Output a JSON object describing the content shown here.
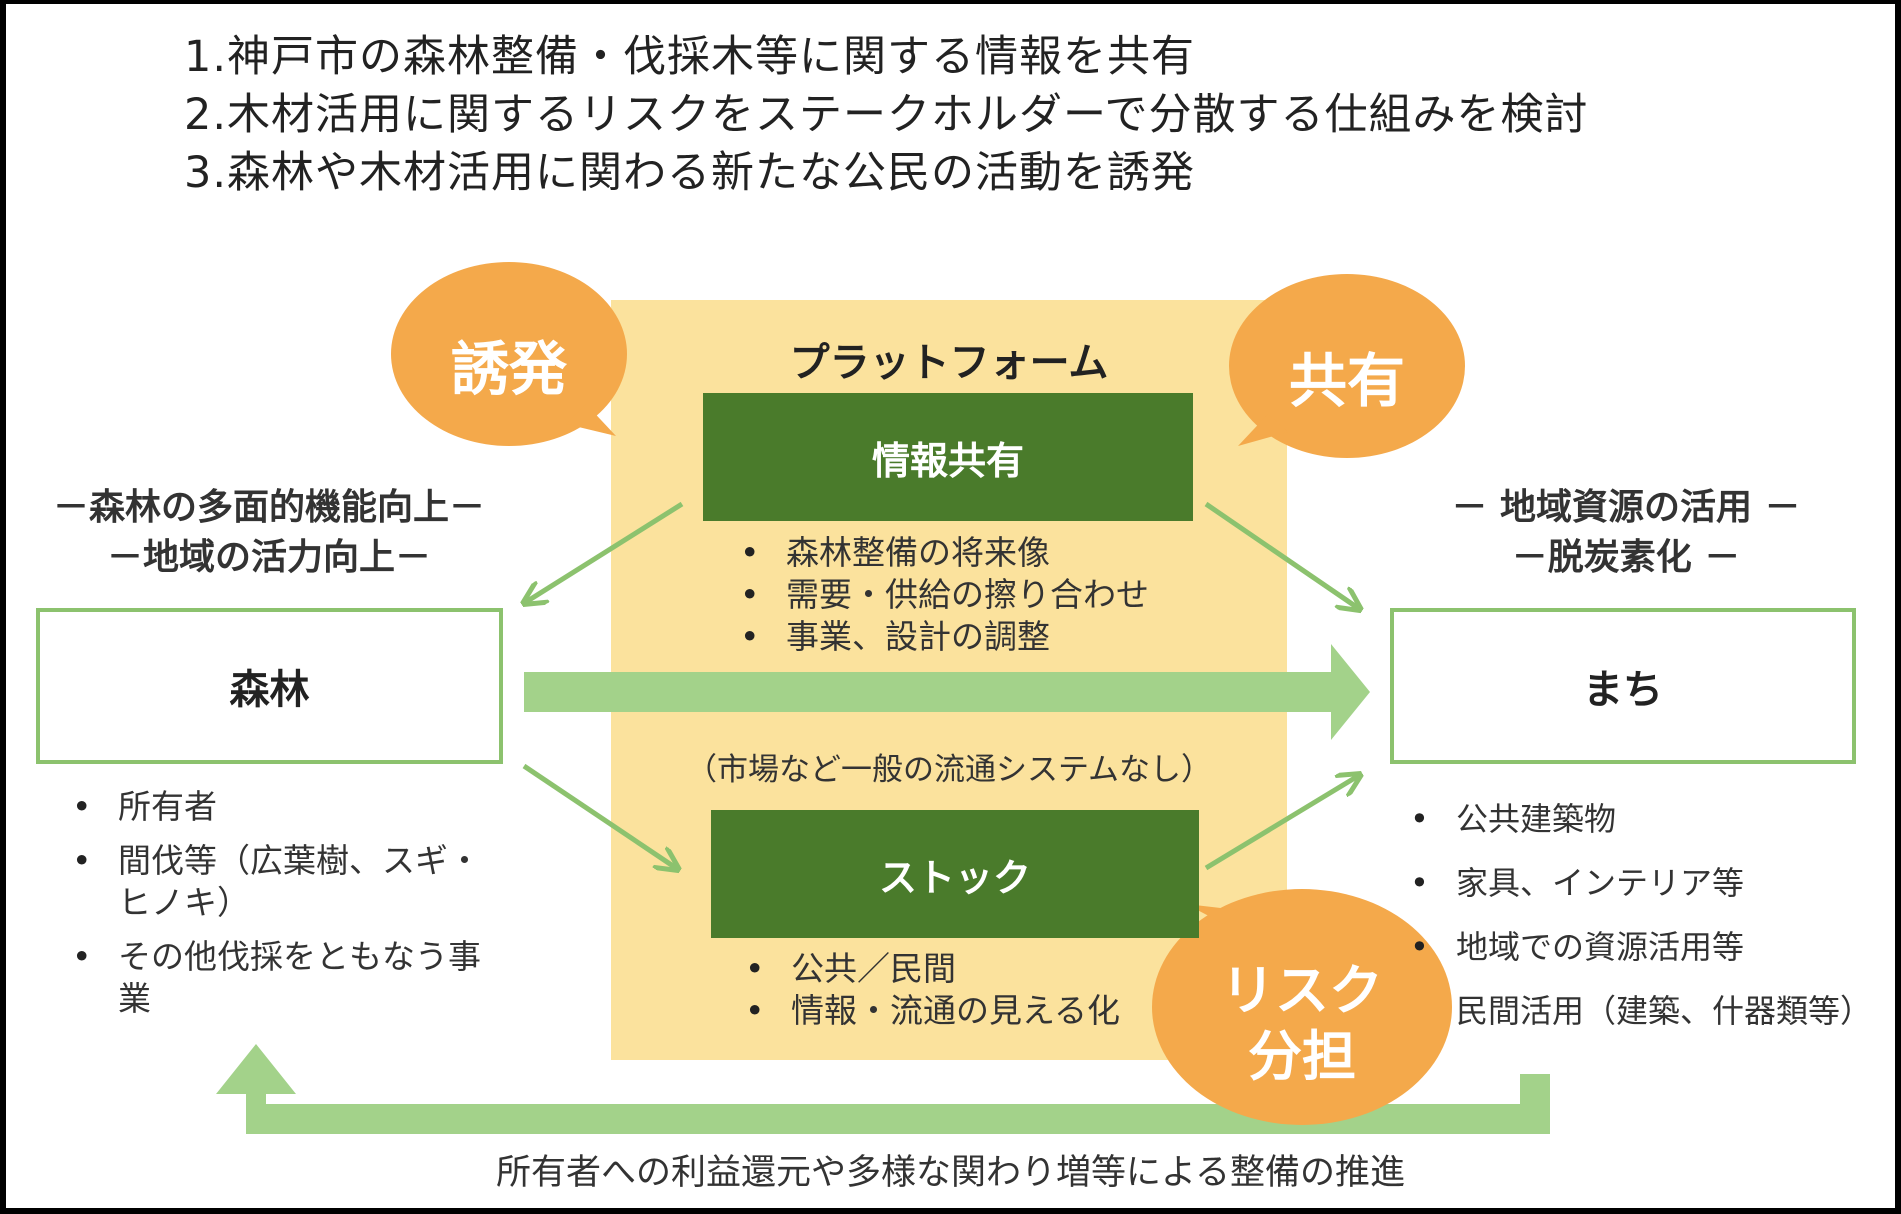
{
  "intro": {
    "lines": [
      "1.神戸市の森林整備・伐採木等に関する情報を共有",
      "2.木材活用に関するリスクをステークホルダーで分散する仕組みを検討",
      "3.森林や木材活用に関わる新たな公民の活動を誘発"
    ]
  },
  "platform": {
    "title": "プラットフォーム",
    "info_box": "情報共有",
    "info_items": [
      "森林整備の将来像",
      "需要・供給の擦り合わせ",
      "事業、設計の調整"
    ],
    "note": "（市場など一般の流通システムなし）",
    "stock_box": "ストック",
    "stock_items": [
      "公共／民間",
      "情報・流通の見える化"
    ]
  },
  "bubbles": {
    "induce": "誘発",
    "share": "共有",
    "risk_line1": "リスク",
    "risk_line2": "分担"
  },
  "left": {
    "caption1": "－森林の多面的機能向上－",
    "caption2": "－地域の活力向上－",
    "box": "森林",
    "items": [
      "所有者",
      "間伐等（広葉樹、スギ・ヒノキ）",
      "その他伐採をともなう事業"
    ]
  },
  "right": {
    "caption1": "－ 地域資源の活用 －",
    "caption2": "－脱炭素化 －",
    "box": "まち",
    "items": [
      "公共建築物",
      "家具、インテリア等",
      "地域での資源活用等",
      "民間活用（建築、什器類等）"
    ]
  },
  "bottom": {
    "caption": "所有者への利益還元や多様な関わり増等による整備の推進"
  },
  "colors": {
    "platform": "#fbe29d",
    "dark_green": "#4a7b2b",
    "light_green": "#8cc26e",
    "orange": "#f4a94b"
  }
}
